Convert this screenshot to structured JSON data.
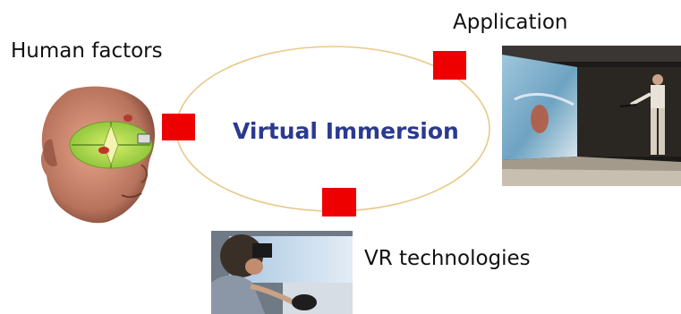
{
  "diagram": {
    "center_title": "Virtual Immersion",
    "nodes": [
      {
        "label": "Human factors",
        "image": "3d-head-with-visual-field-model"
      },
      {
        "label": "Application",
        "image": "person-in-front-of-projection-screen"
      },
      {
        "label": "VR technologies",
        "image": "driver-with-head-mounted-display"
      }
    ],
    "colors": {
      "ellipse_stroke": "#e8c98a",
      "node_marker": "#ee0000",
      "center_title": "#2b3a8f",
      "label_text": "#111111"
    }
  }
}
